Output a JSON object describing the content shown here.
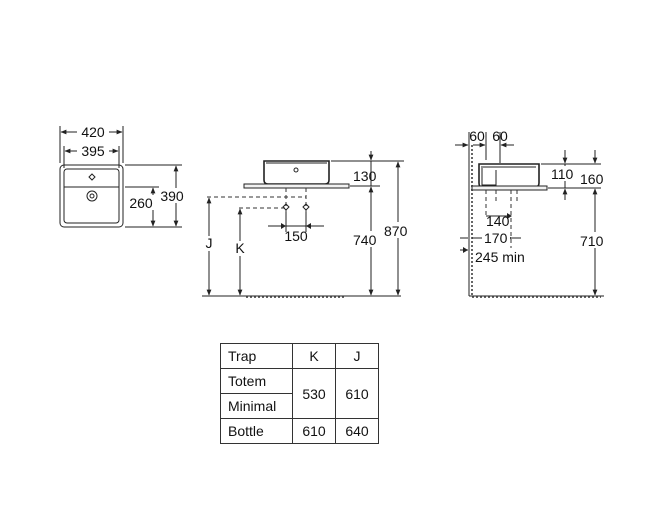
{
  "top_view": {
    "outer_width": "420",
    "inner_width": "395",
    "depth_inner": "260",
    "depth_outer": "390"
  },
  "front_view": {
    "top_height": "130",
    "tap_spacing": "150",
    "label_j": "J",
    "label_k": "K",
    "worktop_height": "740",
    "total_height": "870"
  },
  "side_view": {
    "offset_a": "60",
    "offset_b": "60",
    "height_bowl": "110",
    "height_total": "160",
    "dim_140": "140",
    "dim_170": "170",
    "dim_245": "245 min",
    "dim_710": "710"
  },
  "trap_table": {
    "headers": [
      "Trap",
      "K",
      "J"
    ],
    "rows": [
      {
        "name": "Totem"
      },
      {
        "name": "Minimal"
      },
      {
        "name": "Bottle",
        "k": "610",
        "j": "640"
      }
    ],
    "merged_k": "530",
    "merged_j": "610"
  }
}
